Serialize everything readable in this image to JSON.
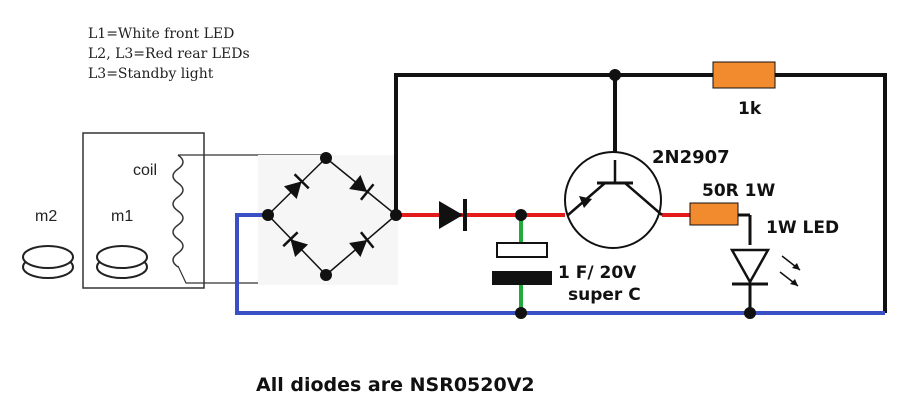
{
  "notes": [
    "L1=White front LED",
    "L2, L3=Red rear LEDs",
    "L3=Standby light"
  ],
  "labels": {
    "coil": "coil",
    "m1": "m1",
    "m2": "m2",
    "resistor_top": "1k",
    "transistor": "2N2907",
    "resistor_emitter": "50R 1W",
    "led": "1W LED",
    "capacitor_line1": "1 F/ 20V",
    "capacitor_line2": "super C"
  },
  "footer": "All diodes are NSR0520V2",
  "colors": {
    "wire": "#111111",
    "positive_rail": "#e31b1b",
    "ground_rail": "#3b4fc4",
    "capacitor_lead": "#1faa3a",
    "resistor": "#f28a2e"
  }
}
